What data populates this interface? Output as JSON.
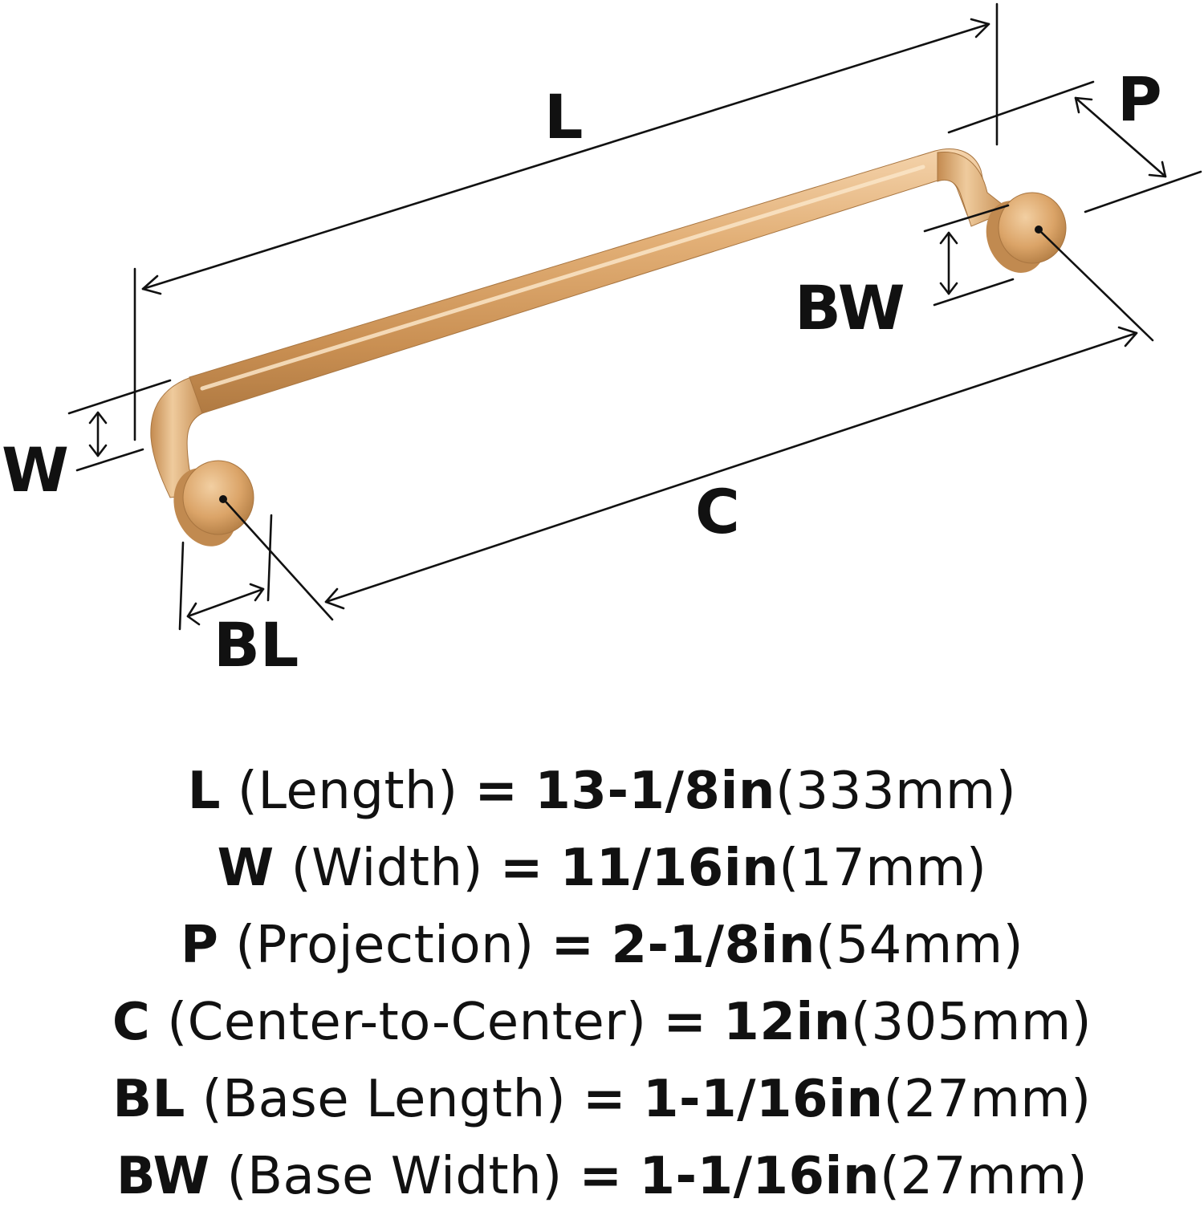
{
  "colors": {
    "finish": "#d9a56b",
    "finish_shadow": "#b77f45",
    "finish_highlight": "#f6d7b0",
    "ink": "#111111"
  },
  "diagram": {
    "labels": {
      "L": "L",
      "W": "W",
      "P": "P",
      "C": "C",
      "BL": "BL",
      "BW": "BW"
    }
  },
  "specs": [
    {
      "code": "L",
      "desc": "(Length)",
      "eq": "=",
      "imperial": "13-1/8in",
      "metric": "(333mm)"
    },
    {
      "code": "W",
      "desc": "(Width)",
      "eq": "=",
      "imperial": "11/16in",
      "metric": "(17mm)"
    },
    {
      "code": "P",
      "desc": "(Projection)",
      "eq": "=",
      "imperial": "2-1/8in",
      "metric": "(54mm)"
    },
    {
      "code": "C",
      "desc": "(Center-to-Center)",
      "eq": "=",
      "imperial": "12in",
      "metric": "(305mm)"
    },
    {
      "code": "BL",
      "desc": "(Base Length)",
      "eq": "=",
      "imperial": "1-1/16in",
      "metric": "(27mm)"
    },
    {
      "code": "BW",
      "desc": "(Base Width)",
      "eq": "=",
      "imperial": "1-1/16in",
      "metric": "(27mm)"
    }
  ]
}
